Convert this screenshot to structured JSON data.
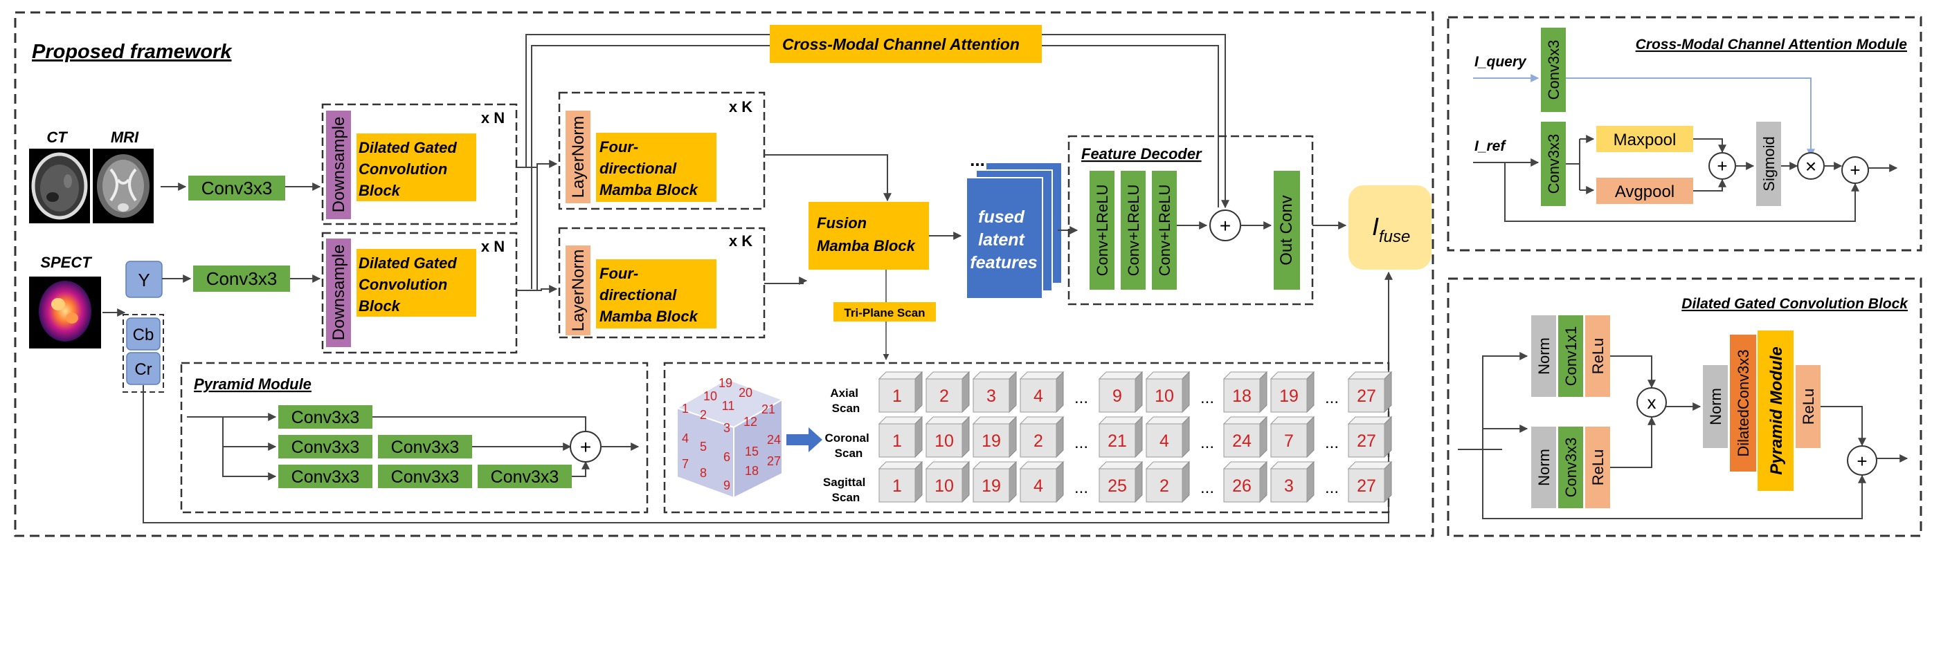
{
  "colors": {
    "green": "#6aaa46",
    "orange": "#ffc000",
    "salmon": "#f4b183",
    "purple": "#b070b0",
    "gray": "#bfbfbf",
    "light_blue": "#8faadc",
    "blue": "#4472c4",
    "light_yellow": "#ffe699",
    "dark_orange": "#ed7d31",
    "yellow_box": "#ffd966",
    "red_text": "#d11f1f"
  },
  "framework": {
    "title": "Proposed framework",
    "inputs": {
      "ct": "CT",
      "mri": "MRI",
      "spect": "SPECT",
      "y": "Y",
      "cb": "Cb",
      "cr": "Cr"
    },
    "conv_top": "Conv3x3",
    "conv_bottom": "Conv3x3",
    "dgc_top": {
      "downsample": "Downsample",
      "block_lines": [
        "Dilated Gated",
        "Convolution",
        "Block"
      ],
      "repeat": "x N"
    },
    "dgc_bottom": {
      "downsample": "Downsample",
      "block_lines": [
        "Dilated Gated",
        "Convolution",
        "Block"
      ],
      "repeat": "x N"
    },
    "mamba_top": {
      "layernorm": "LayerNorm",
      "block_lines": [
        "Four-",
        "directional",
        "Mamba Block"
      ],
      "repeat": "x K"
    },
    "mamba_bottom": {
      "layernorm": "LayerNorm",
      "block_lines": [
        "Four-",
        "directional",
        "Mamba Block"
      ],
      "repeat": "x K"
    },
    "cross_modal": "Cross-Modal Channel Attention",
    "fusion_lines": [
      "Fusion",
      "Mamba Block"
    ],
    "tri_plane": "Tri-Plane Scan",
    "fused_lines": [
      "fused",
      "latent",
      "features"
    ],
    "fused_dots": "...",
    "decoder": {
      "title": "Feature Decoder",
      "convs": [
        "Conv+LReLU",
        "Conv+LReLU",
        "Conv+LReLU"
      ],
      "plus": "+",
      "out_conv": "Out Conv"
    },
    "output_label": "I",
    "output_sub": "fuse",
    "pyramid": {
      "title": "Pyramid Module",
      "row1": [
        "Conv3x3"
      ],
      "row2": [
        "Conv3x3",
        "Conv3x3"
      ],
      "row3": [
        "Conv3x3",
        "Conv3x3",
        "Conv3x3"
      ],
      "plus": "+"
    },
    "scan": {
      "cube_numbers": [
        "19",
        "10",
        "20",
        "11",
        "1",
        "21",
        "2",
        "12",
        "3",
        "24",
        "4",
        "5",
        "6",
        "15",
        "7",
        "8",
        "18",
        "27",
        "9"
      ],
      "axial": {
        "label_lines": [
          "Axial",
          "Scan"
        ],
        "cells": [
          "1",
          "2",
          "3",
          "4",
          "9",
          "10",
          "18",
          "19",
          "27"
        ]
      },
      "coronal": {
        "label_lines": [
          "Coronal",
          "Scan"
        ],
        "cells": [
          "1",
          "10",
          "19",
          "2",
          "21",
          "4",
          "24",
          "7",
          "27"
        ]
      },
      "sagittal": {
        "label_lines": [
          "Sagittal",
          "Scan"
        ],
        "cells": [
          "1",
          "10",
          "19",
          "4",
          "25",
          "2",
          "26",
          "3",
          "27"
        ]
      },
      "ellipsis": "..."
    }
  },
  "cmca_module": {
    "title": "Cross-Modal Channel Attention Module",
    "i_query": "I_query",
    "i_ref": "I_ref",
    "conv_query": "Conv3x3",
    "conv_ref": "Conv3x3",
    "maxpool": "Maxpool",
    "avgpool": "Avgpool",
    "plus": "+",
    "sigmoid": "Sigmoid",
    "multiply": "×",
    "plus_out": "+"
  },
  "dgc_module": {
    "title": "Dilated Gated Convolution Block",
    "norm_top": "Norm",
    "conv1x1": "Conv1x1",
    "relu_top": "ReLu",
    "norm_bottom": "Norm",
    "conv3x3": "Conv3x3",
    "relu_bottom": "ReLu",
    "mult": "x",
    "norm_mid": "Norm",
    "dilated_conv": "DilatedConv3x3",
    "pyramid": "Pyramid Module",
    "relu_right": "ReLu",
    "plus": "+"
  }
}
